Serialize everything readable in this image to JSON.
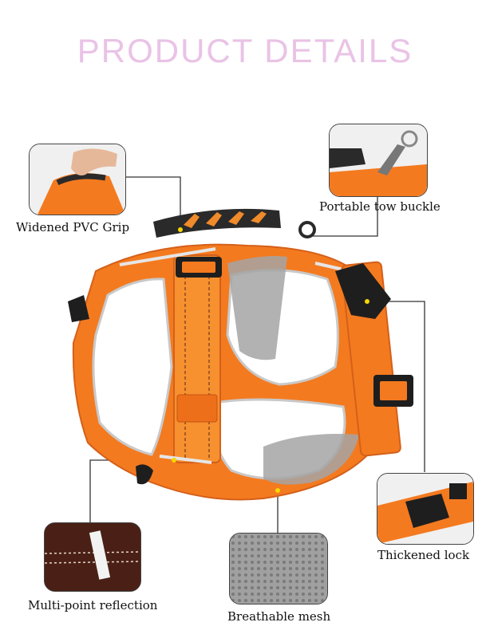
{
  "title": "PRODUCT DETAILS",
  "features": {
    "grip": "Widened PVC Grip",
    "buckle": "Portable tow buckle",
    "lock": "Thickened lock",
    "reflection": "Multi-point reflection",
    "mesh": "Breathable mesh"
  },
  "colors": {
    "harness": "#f47a1f",
    "mesh": "#a5a5a5",
    "title": "#e9c3e6",
    "buckle": "#1e1e1e"
  }
}
